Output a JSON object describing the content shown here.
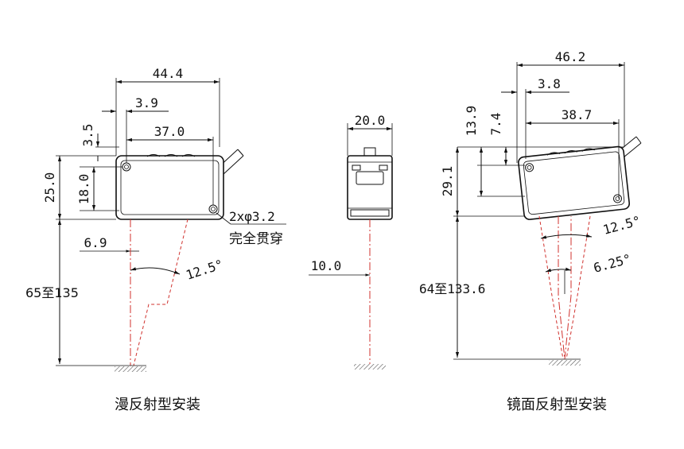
{
  "left": {
    "dim_width": "44.4",
    "dim_offset": "3.9",
    "dim_hole_spacing": "37.0",
    "dim_top": "3.5",
    "dim_height": "25.0",
    "dim_hole_v": "18.0",
    "dim_axis": "6.9",
    "angle": "12.5°",
    "hole_note_1": "2xφ3.2",
    "hole_note_2": "完全贯穿",
    "distance": "65至135",
    "caption": "漫反射型安装"
  },
  "middle": {
    "dim_width": "20.0",
    "dim_axis": "10.0"
  },
  "right": {
    "dim_width": "46.2",
    "dim_offset": "3.8",
    "dim_hole_spacing": "38.7",
    "dim_top": "13.9",
    "dim_hole_top": "7.4",
    "dim_height": "29.1",
    "angle_outer": "12.5°",
    "angle_inner": "6.25°",
    "distance": "64至133.6",
    "caption": "镜面反射型安装"
  },
  "colors": {
    "line": "#111111",
    "beam": "#d0312d"
  }
}
